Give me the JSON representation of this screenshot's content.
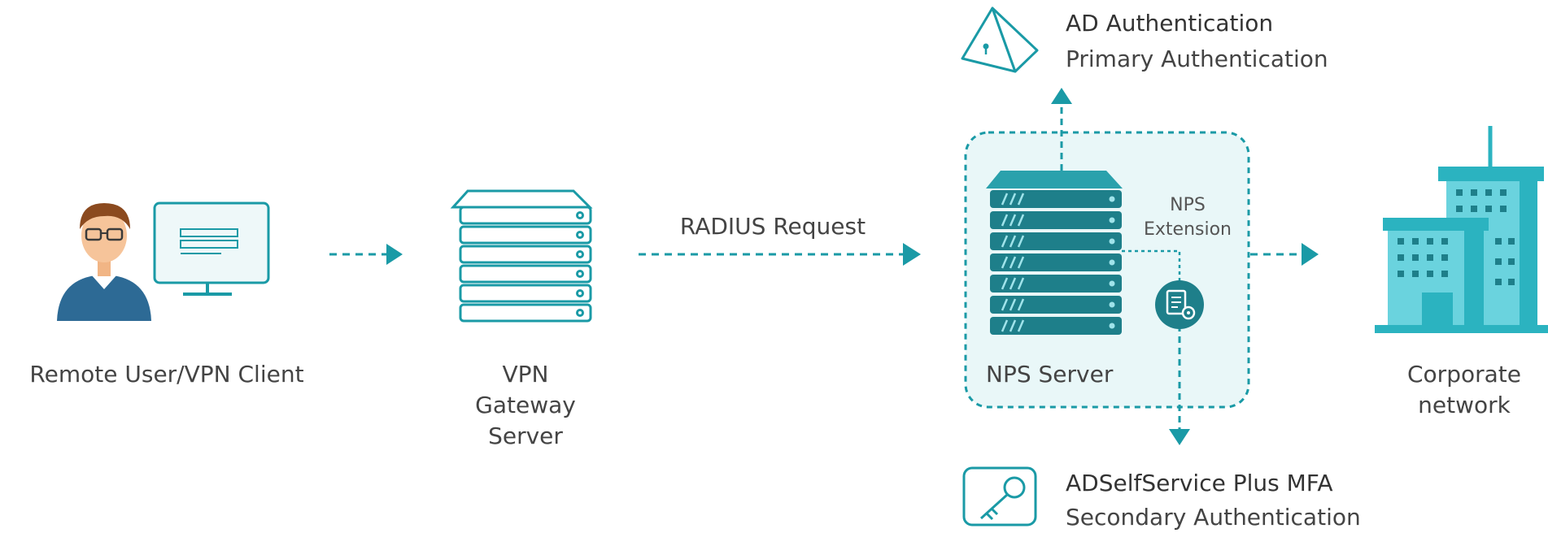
{
  "nodes": {
    "remote_user": {
      "label": "Remote User/VPN Client"
    },
    "vpn_gateway": {
      "label_lines": [
        "VPN",
        "Gateway",
        "Server"
      ]
    },
    "nps_server": {
      "label": "NPS Server",
      "extension_lines": [
        "NPS",
        "Extension"
      ]
    },
    "corporate_network": {
      "label_lines": [
        "Corporate",
        "network"
      ]
    },
    "ad_auth": {
      "title": "AD Authentication",
      "subtitle": "Primary Authentication"
    },
    "mfa": {
      "title": "ADSelfService Plus MFA",
      "subtitle": "Secondary Authentication"
    }
  },
  "edges": {
    "radius_request": {
      "label": "RADIUS Request"
    }
  },
  "colors": {
    "accent": "#1a9aa6",
    "icon_dark": "#1e7f8a",
    "icon_light": "#e9f7f8",
    "skin": "#f6c49a",
    "hair": "#8b4a1f",
    "shirt": "#2d6a95",
    "building_light": "#6ad3de",
    "building_dark": "#2bb3c0"
  },
  "icons": [
    "person-icon",
    "monitor-icon",
    "server-stack-icon",
    "pyramid-icon",
    "settings-document-icon",
    "building-icon",
    "key-icon"
  ]
}
